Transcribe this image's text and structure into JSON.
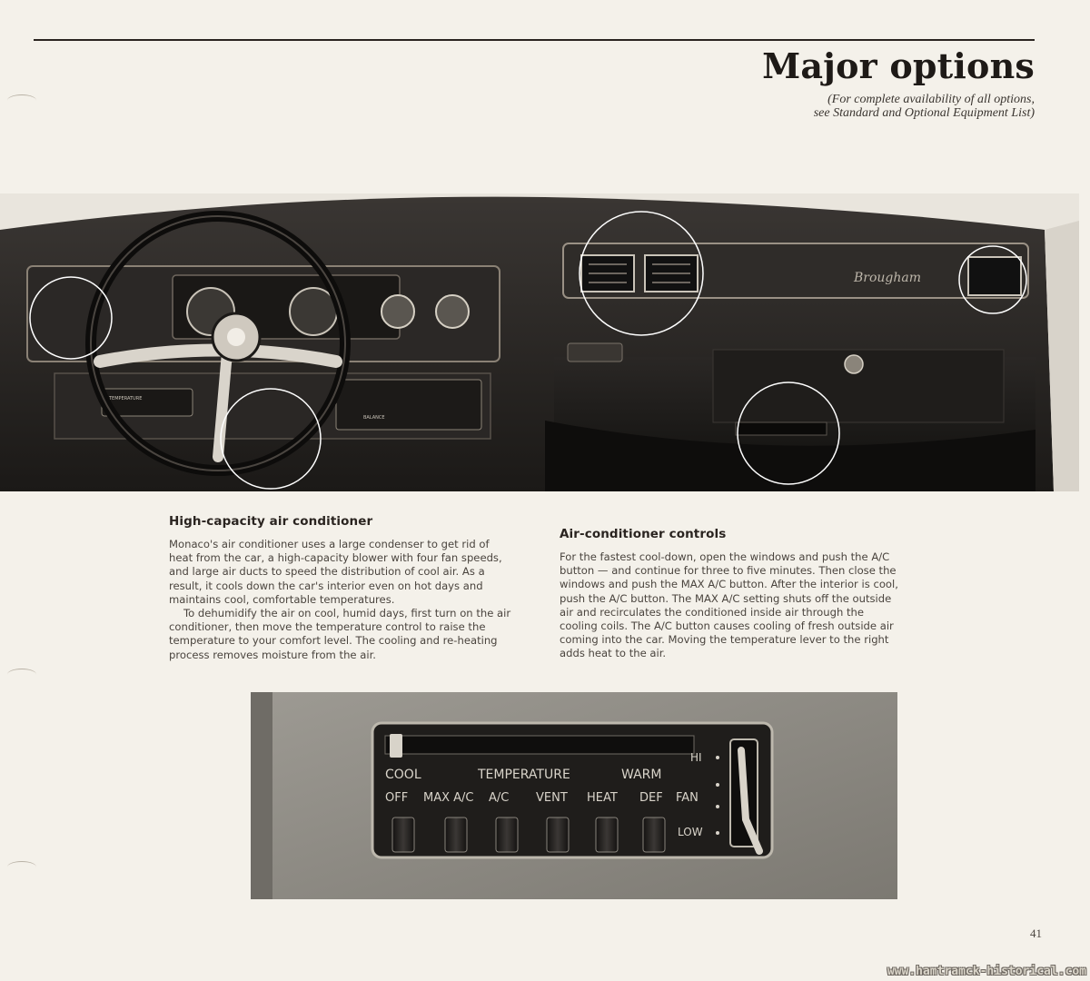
{
  "header": {
    "title": "Major options",
    "subtitle_line1": "(For complete availability of all options,",
    "subtitle_line2": "see Standard and Optional Equipment List)"
  },
  "photos": {
    "dashboard": {
      "badge_script": "Brougham",
      "radio_label": "TEMPERATURE",
      "control_label_sub": "BALANCE"
    },
    "control_panel": {
      "cool": "COOL",
      "temperature": "TEMPERATURE",
      "warm": "WARM",
      "hi": "HI",
      "low": "LOW",
      "fan": "FAN",
      "buttons": [
        "OFF",
        "MAX A/C",
        "A/C",
        "VENT",
        "HEAT",
        "DEF"
      ]
    }
  },
  "sections": {
    "left": {
      "heading": "High-capacity air conditioner",
      "paragraph1": "Monaco's air conditioner uses a large condenser to get rid of heat from the car, a high-capacity blower with four fan speeds, and large air ducts to speed the distribution of cool air. As a result, it cools down the car's interior even on hot days and maintains cool, comfortable temperatures.",
      "paragraph2": "To dehumidify the air on cool, humid days, first turn on the air conditioner, then move the temperature control to raise the temperature to your comfort level. The cooling and re-heating process removes moisture from the air."
    },
    "right": {
      "heading": "Air-conditioner controls",
      "paragraph1": "For the fastest cool-down, open the windows and push the A/C button — and continue for three to five minutes. Then close the windows and push the MAX A/C button. After the interior is cool, push the A/C button. The MAX A/C setting shuts off the outside air and recirculates the conditioned inside air through the cooling coils. The A/C button causes cooling of fresh outside air coming into the car. Moving the temperature lever to the right adds heat to the air."
    }
  },
  "footer": {
    "page_number": "41",
    "watermark": "www.hamtramck-historical.com"
  }
}
